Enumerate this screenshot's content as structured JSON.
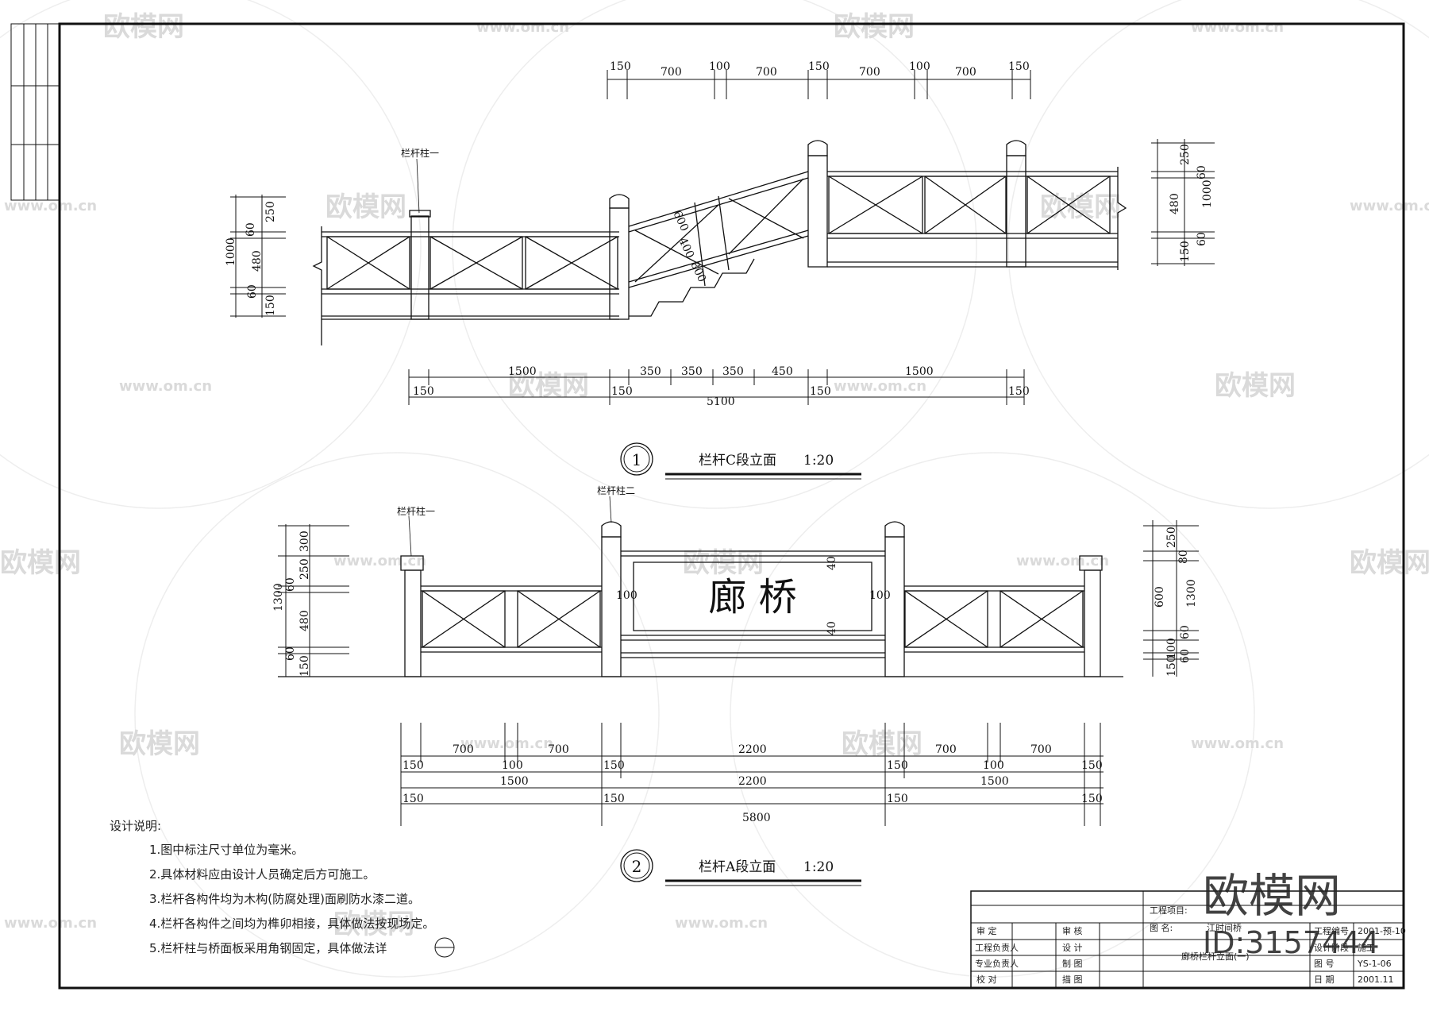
{
  "watermarks": {
    "site": "www.om.cn",
    "brand": "欧模网",
    "brand_large": "欧模网",
    "id_label": "ID:3157444"
  },
  "view1": {
    "number": "1",
    "title": "栏杆C段立面",
    "scale": "1:20",
    "post_label": "栏杆柱一",
    "top_dims": [
      "150",
      "700",
      "100",
      "700",
      "150",
      "700",
      "100",
      "700",
      "150"
    ],
    "left_dims": [
      "1000",
      "250",
      "60",
      "480",
      "60",
      "150"
    ],
    "right_dims": [
      "250",
      "60",
      "1000",
      "480",
      "60",
      "150"
    ],
    "diag_dims": [
      "600",
      "400",
      "800"
    ],
    "bottom_row1": [
      "1500",
      "350",
      "350",
      "350",
      "450",
      "1500"
    ],
    "bottom_row2": [
      "150",
      "150",
      "150",
      "150"
    ],
    "total": "5100"
  },
  "view2": {
    "number": "2",
    "title": "栏杆A段立面",
    "scale": "1:20",
    "post_label_1": "栏杆柱一",
    "post_label_2": "栏杆柱二",
    "sign_text": "廊 桥",
    "left_dims": [
      "1300",
      "300",
      "250",
      "60",
      "480",
      "60",
      "150"
    ],
    "right_dims": [
      "250",
      "80",
      "600",
      "1300",
      "100",
      "60",
      "60",
      "150"
    ],
    "panel_dims": [
      "40",
      "40",
      "100",
      "100"
    ],
    "bottom_row1": [
      "700",
      "100",
      "700",
      "2200",
      "700",
      "100",
      "700"
    ],
    "bottom_row2": [
      "150",
      "150",
      "150",
      "150"
    ],
    "bottom_row3": [
      "1500",
      "2200",
      "1500"
    ],
    "bottom_row4": [
      "150",
      "150",
      "150",
      "150"
    ],
    "total": "5800"
  },
  "notes": {
    "heading": "设计说明:",
    "items": [
      "1.图中标注尺寸单位为毫米。",
      "2.具体材料应由设计人员确定后方可施工。",
      "3.栏杆各构件均为木构(防腐处理)面刷防水漆二道。",
      "4.栏杆各构件之间均为榫卯相接，具体做法按现场定。",
      "5.栏杆柱与桥面板采用角钢固定，具体做法详"
    ]
  },
  "title_block": {
    "project_label": "工程项目:",
    "name_label": "图 名:",
    "project_name": "江时间桥",
    "drawing_name": "廊桥栏杆立面(一)",
    "roles": [
      "审 定",
      "审 核",
      "工程负责人",
      "设 计",
      "专业负责人",
      "制 图",
      "校 对",
      "描 图"
    ],
    "right_labels": [
      "工程编号",
      "设计阶段",
      "图 号",
      "日 期"
    ],
    "right_values": [
      "2001-预-10",
      "施工",
      "YS-1-06",
      "2001.11"
    ]
  }
}
